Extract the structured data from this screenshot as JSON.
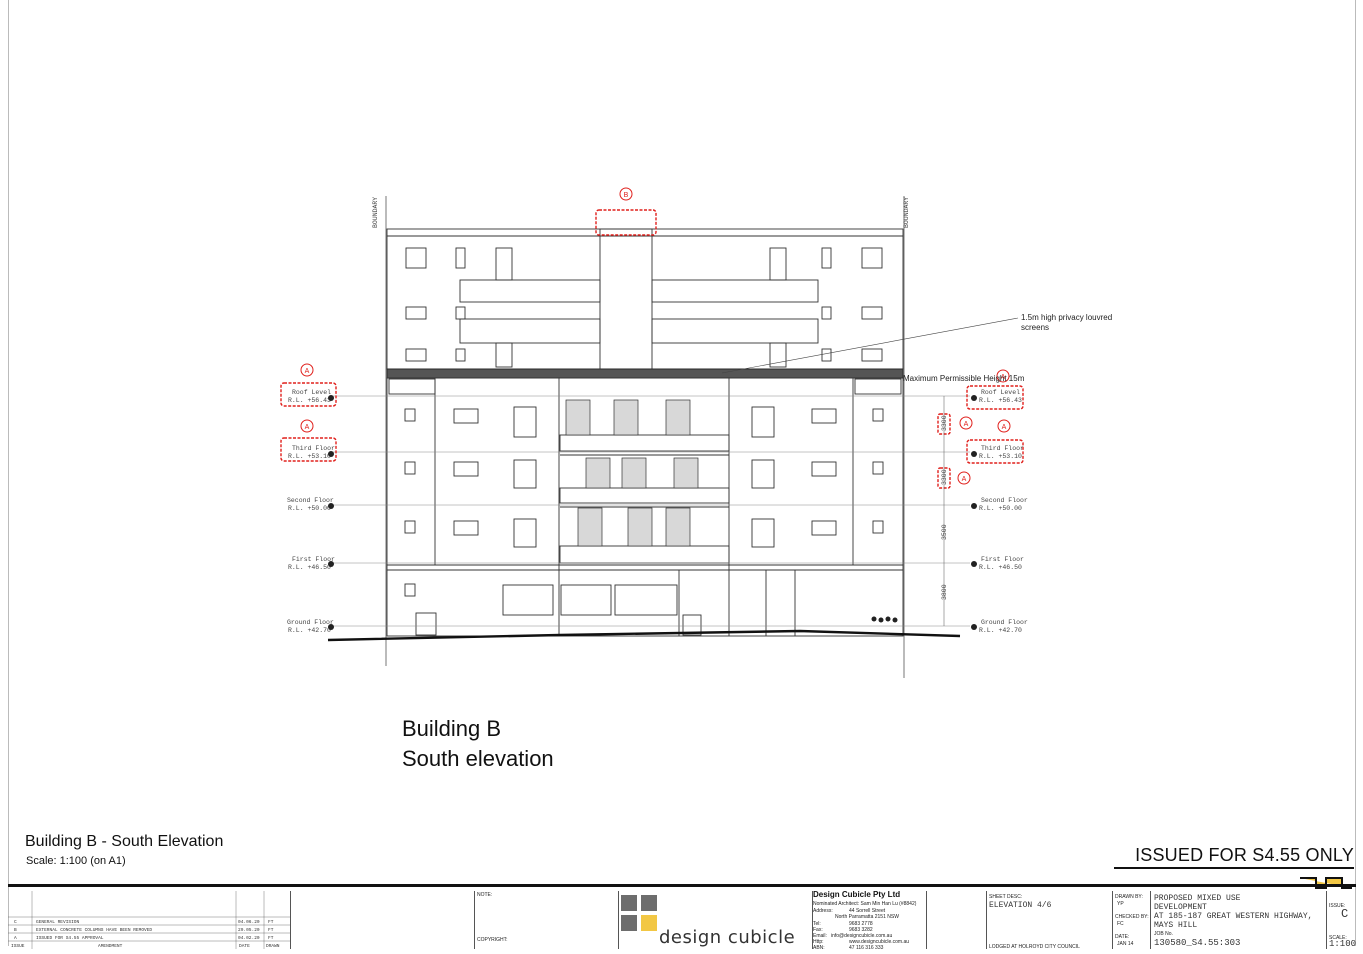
{
  "drawing": {
    "caption_line1": "Building B",
    "caption_line2": "South elevation",
    "sheet_title": "Building B - South Elevation",
    "scale": "Scale: 1:100 (on A1)",
    "issued_stamp": "ISSUED FOR S4.55 ONLY",
    "annotation_privacy": "1.5m high privacy louvred",
    "annotation_privacy_2": "screens",
    "annotation_height": "Maximum Permissible Height 15m",
    "boundary_label": "BOUNDARY",
    "cloud_tag_a": "A",
    "cloud_tag_b": "B",
    "dim_3500": "3500",
    "dim_3800": "3800",
    "dim_3300": "3300"
  },
  "levels_left": [
    {
      "name": "Roof Level",
      "rl": "R.L. +56.43"
    },
    {
      "name": "Third Floor",
      "rl": "R.L. +53.10"
    },
    {
      "name": "Second Floor",
      "rl": "R.L. +50.00"
    },
    {
      "name": "First Floor",
      "rl": "R.L. +46.50"
    },
    {
      "name": "Ground Floor",
      "rl": "R.L. +42.70"
    }
  ],
  "levels_right": [
    {
      "name": "Roof Level",
      "rl": "R.L. +56.43"
    },
    {
      "name": "Third Floor",
      "rl": "R.L. +53.10"
    },
    {
      "name": "Second Floor",
      "rl": "R.L. +50.00"
    },
    {
      "name": "First Floor",
      "rl": "R.L. +46.50"
    },
    {
      "name": "Ground Floor",
      "rl": "R.L. +42.70"
    }
  ],
  "revisions": [
    {
      "issue": "C",
      "amendment": "GENERAL REVISION",
      "date": "04.06.20",
      "drawn": "FT"
    },
    {
      "issue": "B",
      "amendment": "EXTERNAL CONCRETE COLUMNS HAVE BEEN REMOVED",
      "date": "29.05.20",
      "drawn": "FT"
    },
    {
      "issue": "A",
      "amendment": "ISSUED FOR S4.55 APPROVAL",
      "date": "04.02.20",
      "drawn": "FT"
    }
  ],
  "revision_headers": {
    "issue": "ISSUE",
    "amendment": "AMENDMENT",
    "date": "DATE",
    "drawn": "DRAWN"
  },
  "title_block": {
    "note_title": "NOTE:",
    "copyright_title": "COPYRIGHT:",
    "company": "Design Cubicle Pty Ltd",
    "architect": "Nominated Architect: Sam Min Han Lu (#8842)",
    "address_label": "Address:",
    "address1": "44 Sorrell Street",
    "address2": "North Parramatta 2151 NSW",
    "tel_label": "Tel:",
    "tel": "9683 2778",
    "fax_label": "Fax:",
    "fax": "9683 3282",
    "email_label": "Email:",
    "email": "info@designcubicle.com.au",
    "web_label": "Http:",
    "web": "www.designcubicle.com.au",
    "abn_label": "ABN:",
    "abn": "47 116 316 333",
    "logo_text": "design cubicle",
    "sheet_desc_label": "SHEET DESC:",
    "sheet_desc": "ELEVATION 4/6",
    "lodged": "LODGED AT HOLROYD CITY COUNCIL",
    "drawn_by_label": "DRAWN BY:",
    "drawn_by": "YP",
    "checked_by_label": "CHECKED BY:",
    "checked_by": "FC",
    "date_label": "DATE:",
    "date": "JAN 14",
    "project_line1": "PROPOSED MIXED USE",
    "project_line2": "DEVELOPMENT",
    "project_line3": "AT 185-187 GREAT WESTERN HIGHWAY,",
    "project_line4": "MAYS HILL",
    "job_label": "JOB No.",
    "job_no": "130580_S4.55:303",
    "issue_label": "ISSUE:",
    "issue": "C",
    "scale_label": "SCALE:",
    "scale": "1:100"
  },
  "colors": {
    "cloud": "#e0201c",
    "line": "#333333",
    "logo_grey": "#6d6d6d",
    "logo_yellow": "#f2c744"
  }
}
